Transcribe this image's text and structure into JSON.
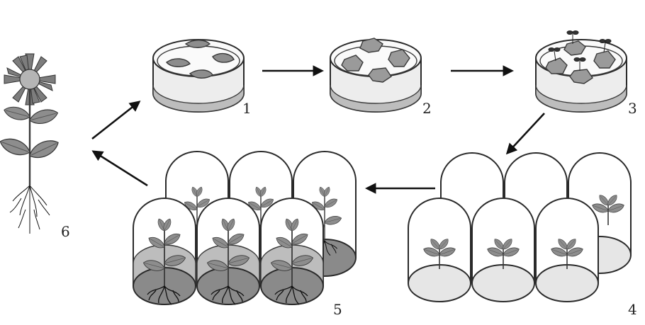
{
  "steps": [
    {
      "label": "1"
    },
    {
      "label": "2"
    },
    {
      "label": "3"
    },
    {
      "label": "4"
    },
    {
      "label": "5"
    },
    {
      "label": "6"
    }
  ],
  "colors": {
    "ink": "#2a2a2a",
    "leaf": "#8d8d8d",
    "leaf_dark": "#6e6e6e",
    "callus": "#9a9a9a",
    "medium": "#d9d9d9",
    "medium_dark": "#8a8a8a",
    "petal": "#7d7d7d",
    "flower_center": "#b5b5b5"
  },
  "icons": {
    "dish": "petri-dish-icon",
    "tube": "culture-tube-icon",
    "plant": "sunflower-plant-icon",
    "arrow": "arrow-icon"
  }
}
